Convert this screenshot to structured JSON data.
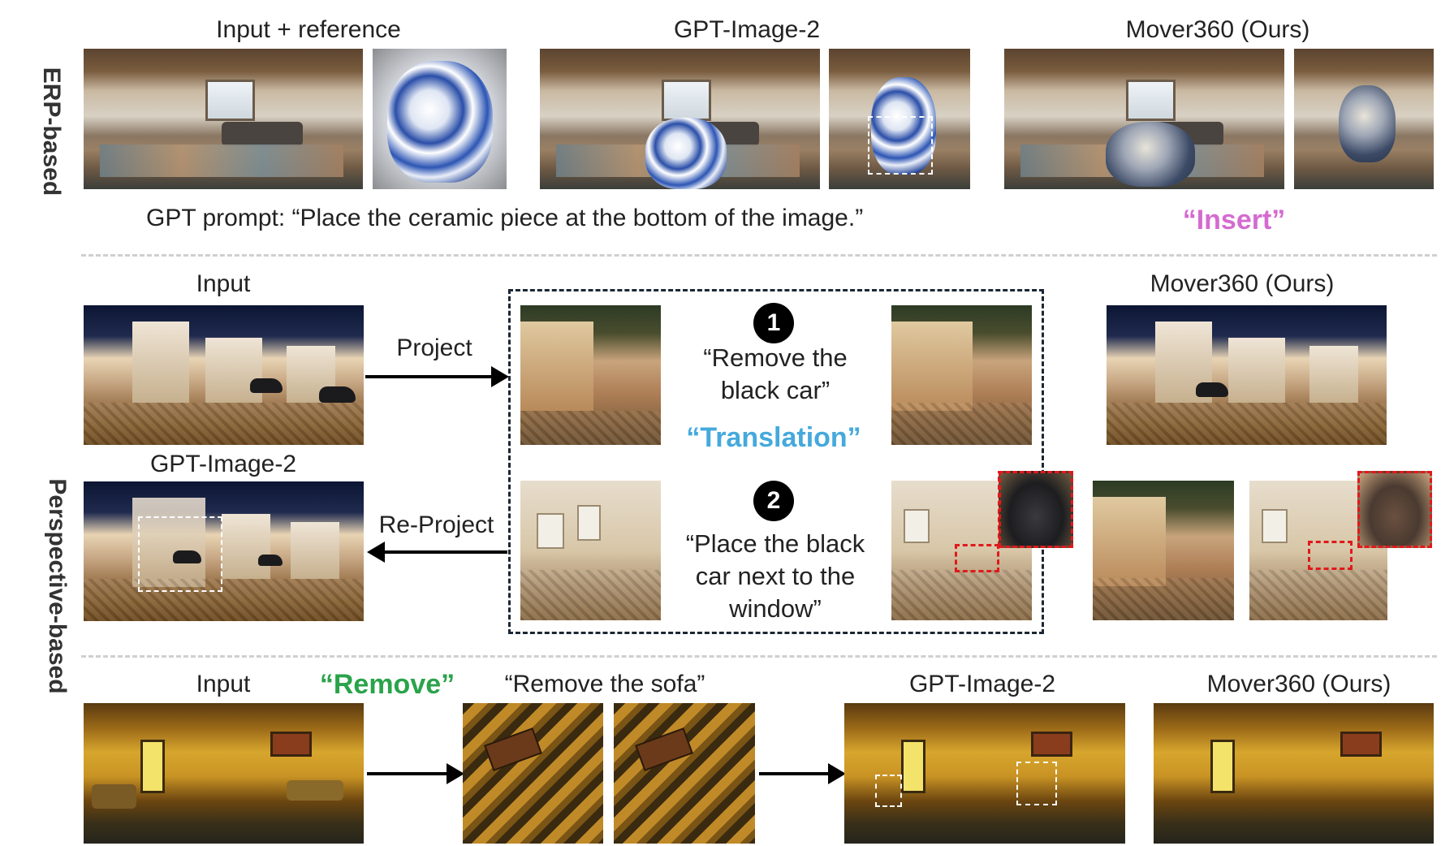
{
  "side_labels": {
    "top": "ERP-based",
    "bottom": "Perspective-based"
  },
  "section1": {
    "col1_header": "Input + reference",
    "col2_header": "GPT-Image-2",
    "col3_header": "Mover360 (Ours)",
    "prompt": "GPT prompt: “Place the ceramic piece at the bottom of the image.”",
    "task": "“Insert”"
  },
  "section2": {
    "input_header": "Input",
    "gpt_header": "GPT-Image-2",
    "ours_header": "Mover360 (Ours)",
    "project_label": "Project",
    "reproject_label": "Re-Project",
    "step1_number": "1",
    "step1_text": "“Remove the black car”",
    "step2_number": "2",
    "step2_text": "“Place the black car next to the window”",
    "task": "“Translation”"
  },
  "section3": {
    "input_header": "Input",
    "task": "“Remove”",
    "instruction": "“Remove the sofa”",
    "gpt_header": "GPT-Image-2",
    "ours_header": "Mover360 (Ours)"
  },
  "colors": {
    "insert": "#d46bd0",
    "translation": "#45a9dc",
    "remove": "#2aa34a",
    "zoom_box": "#e0191b"
  }
}
